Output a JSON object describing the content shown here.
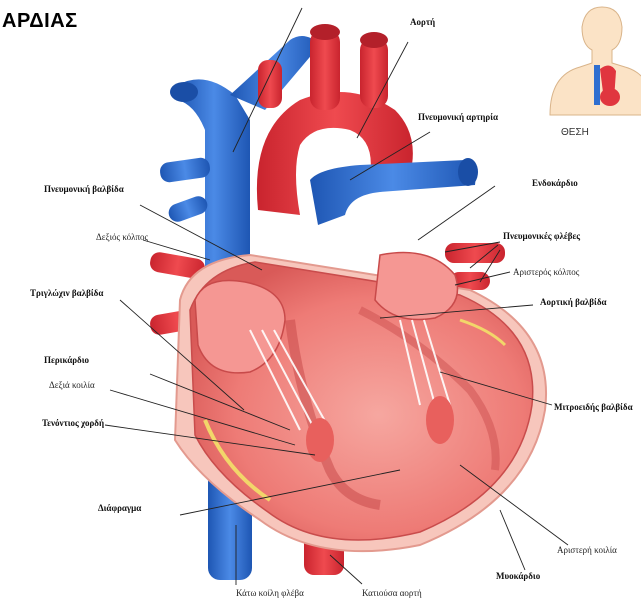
{
  "title": "ΑΡΔΙΑΣ",
  "inset": {
    "caption": "ΘΕΣΗ"
  },
  "labels": {
    "aorta": "Αορτή",
    "pulmonary_artery": "Πνευμονική αρτηρία",
    "endocardium": "Ενδοκάρδιο",
    "pulmonary_valve": "Πνευμονική βαλβίδα",
    "right_atrium": "Δεξιός κόλπος",
    "pulmonary_veins": "Πνευμονικές φλέβες",
    "left_atrium": "Αριστερός κόλπος",
    "tricuspid_valve": "Τριγλώχιν βαλβίδα",
    "aortic_valve": "Αορτική βαλβίδα",
    "pericardium": "Περικάρδιο",
    "right_ventricle": "Δεξιά κοιλία",
    "mitral_valve": "Μιτροειδής βαλβίδα",
    "chordae": "Τενόντιος χορδή",
    "diaphragm": "Διάφραγμα",
    "left_ventricle": "Αριστερή κοιλία",
    "myocardium": "Μυοκάρδιο",
    "inferior_vena_cava": "Κάτω κοίλη φλέβα",
    "descending_aorta": "Κατιούσα αορτή"
  },
  "colors": {
    "vein_blue": "#2f6fd0",
    "artery_red": "#e0363f",
    "heart_pink": "#f08a86",
    "tissue_light": "#f7c3b8",
    "fat_yellow": "#f2d66a"
  }
}
